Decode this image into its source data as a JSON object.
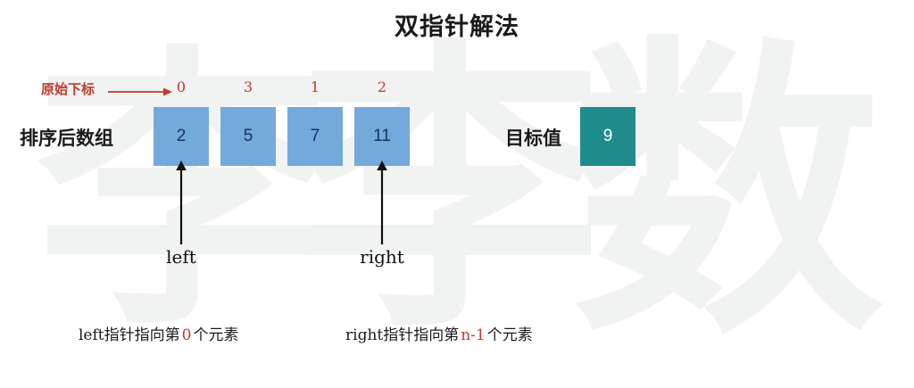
{
  "title": "双指针解法",
  "watermark": {
    "chars": [
      "李",
      "李",
      "数"
    ]
  },
  "index_row": {
    "label": "原始下标",
    "arrow_icon": "right-arrow-icon",
    "values": [
      "0",
      "3",
      "1",
      "2"
    ],
    "color": "#c0392b"
  },
  "array": {
    "label": "排序后数组",
    "values": [
      "2",
      "5",
      "7",
      "11"
    ],
    "cell_color": "#74a9dc",
    "text_color": "#16335c"
  },
  "target": {
    "label": "目标值",
    "value": "9",
    "cell_color": "#1f8b8b",
    "text_color": "#ffffff"
  },
  "pointers": [
    {
      "name": "left",
      "arrow_icon": "up-arrow-icon"
    },
    {
      "name": "right",
      "arrow_icon": "up-arrow-icon"
    }
  ],
  "captions": {
    "left": {
      "pre": "left指针指向第",
      "highlight": "0",
      "post": "个元素"
    },
    "right": {
      "pre": "right指针指向第",
      "highlight": "n-1",
      "post": "个元素"
    }
  }
}
